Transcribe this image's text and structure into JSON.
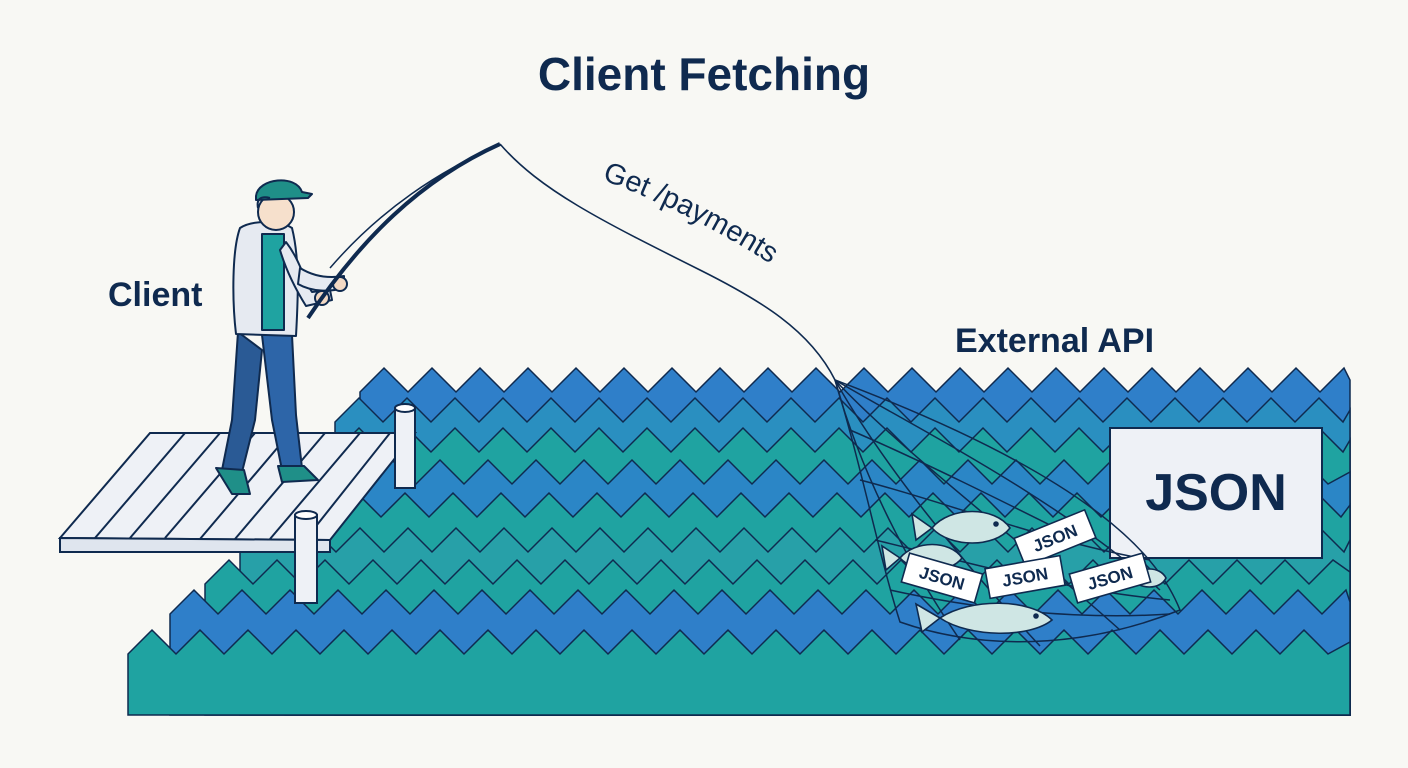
{
  "title": "Client Fetching",
  "labels": {
    "client": "Client",
    "external_api": "External API",
    "request": "Get /payments",
    "json_box": "JSON"
  },
  "json_tags": [
    "JSON",
    "JSON",
    "JSON",
    "JSON"
  ],
  "colors": {
    "ink": "#0f2a4f",
    "water_blue": "#2f7fc9",
    "water_teal": "#1fa3a1",
    "background": "#f8f8f4",
    "cap": "#1f8f88"
  },
  "icons": [
    "fisherman-icon",
    "dock-icon",
    "fishing-rod-icon",
    "net-icon",
    "fish-icon"
  ]
}
